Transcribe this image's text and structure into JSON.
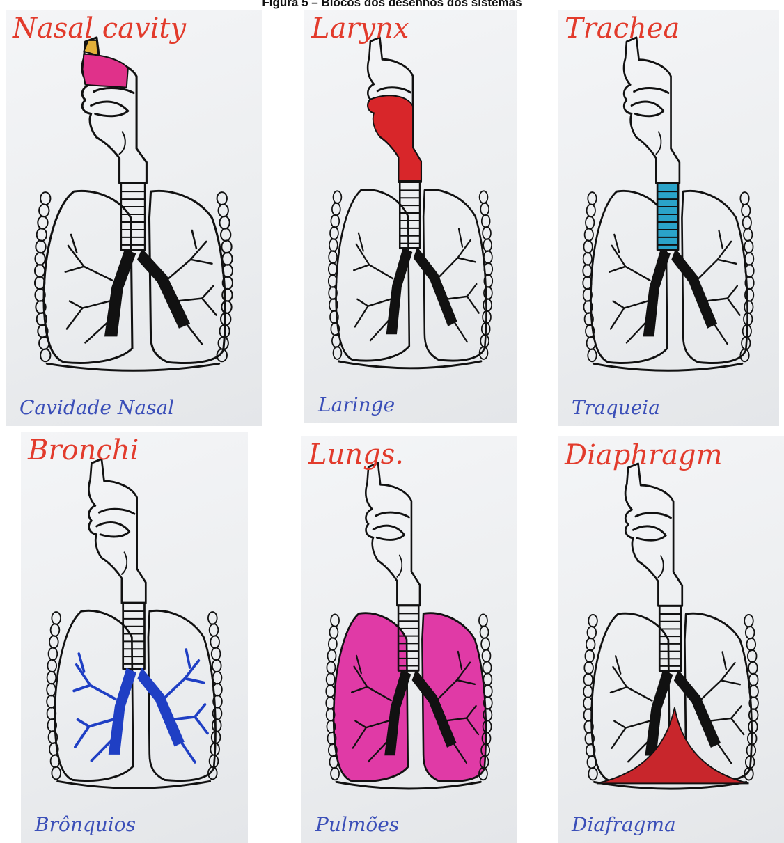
{
  "figure_caption": "Figura 5 – Blocos dos desenhos dos sistemas",
  "colors": {
    "title_ink": "#e23b2c",
    "label_ink": "#3b4fb8",
    "outline": "#111111"
  },
  "panels": [
    {
      "title": "Nasal cavity",
      "label": "Cavidade Nasal",
      "highlight": "nasal-cavity",
      "fill_color": "#e0318a"
    },
    {
      "title": "Larynx",
      "label": "Laringe",
      "highlight": "larynx",
      "fill_color": "#d8262a"
    },
    {
      "title": "Trachea",
      "label": "Traqueia",
      "highlight": "trachea",
      "fill_color": "#2aa3c9"
    },
    {
      "title": "Bronchi",
      "label": "Brônquios",
      "highlight": "bronchi",
      "fill_color": "#1f3fc4"
    },
    {
      "title": "Lungs.",
      "label": "Pulmões",
      "highlight": "lungs",
      "fill_color": "#e03aa6"
    },
    {
      "title": "Diaphragm",
      "label": "Diafragma",
      "highlight": "diaphragm",
      "fill_color": "#c8262c"
    }
  ]
}
